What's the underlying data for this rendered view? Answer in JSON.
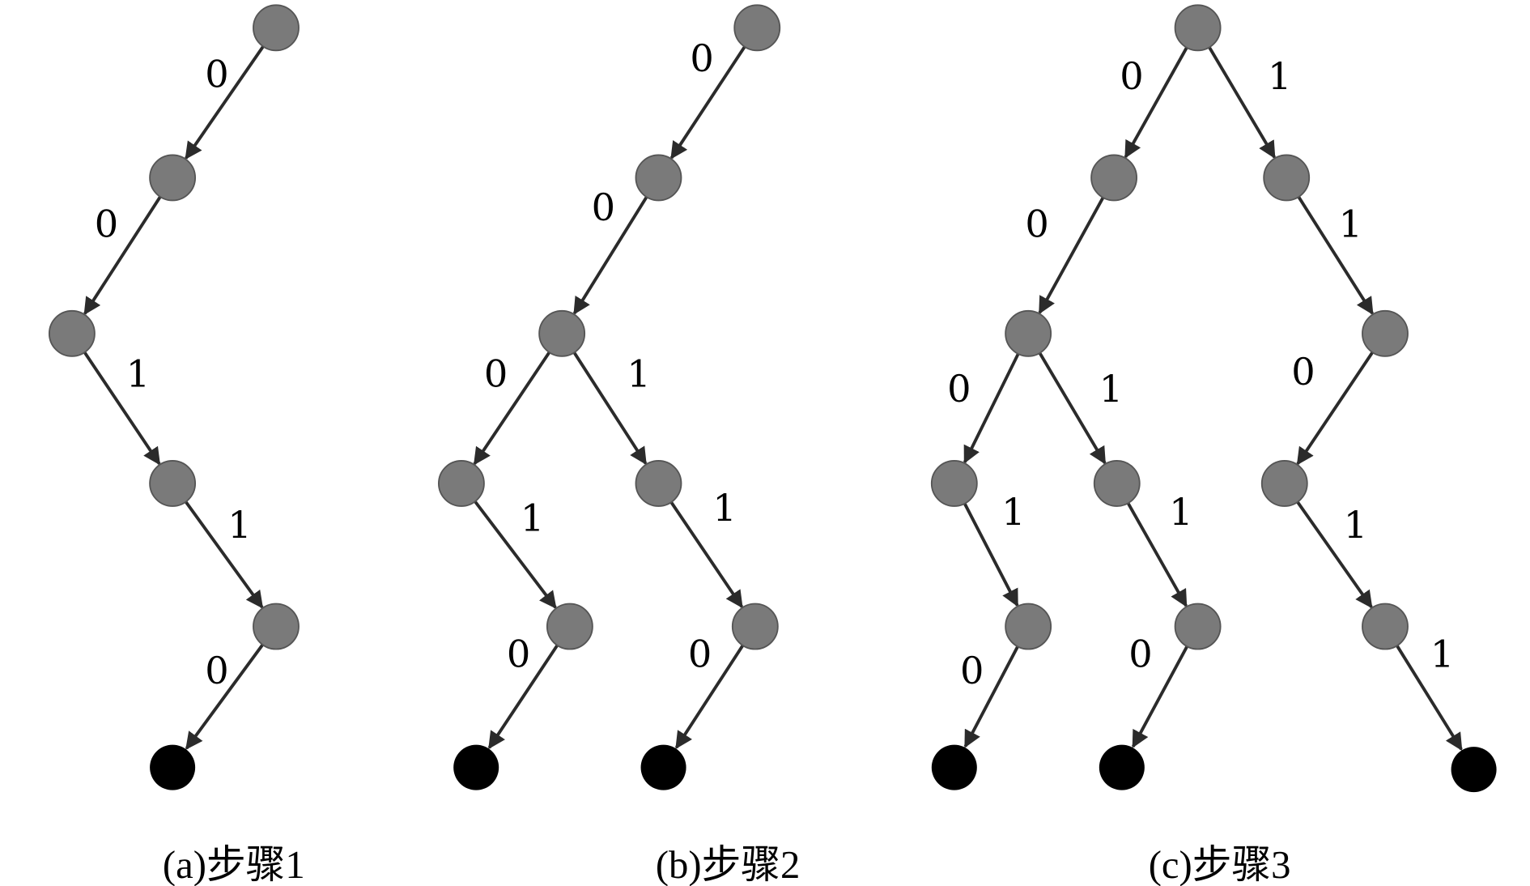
{
  "colors": {
    "internal_node": "#7a7a7a",
    "internal_node_stroke": "#555555",
    "leaf_node": "#000000",
    "edge": "#2b2b2b"
  },
  "panels": [
    {
      "caption": "(a)步骤1",
      "nodes": [
        {
          "id": "a0",
          "type": "internal"
        },
        {
          "id": "a1",
          "type": "internal"
        },
        {
          "id": "a2",
          "type": "internal"
        },
        {
          "id": "a3",
          "type": "internal"
        },
        {
          "id": "a4",
          "type": "internal"
        },
        {
          "id": "a5",
          "type": "leaf"
        }
      ],
      "edges": [
        {
          "from": "a0",
          "to": "a1",
          "label": "0"
        },
        {
          "from": "a1",
          "to": "a2",
          "label": "0"
        },
        {
          "from": "a2",
          "to": "a3",
          "label": "1"
        },
        {
          "from": "a3",
          "to": "a4",
          "label": "1"
        },
        {
          "from": "a4",
          "to": "a5",
          "label": "0"
        }
      ]
    },
    {
      "caption": "(b)步骤2",
      "nodes": [
        {
          "id": "b0",
          "type": "internal"
        },
        {
          "id": "b1",
          "type": "internal"
        },
        {
          "id": "b2",
          "type": "internal"
        },
        {
          "id": "b3",
          "type": "internal"
        },
        {
          "id": "b4",
          "type": "internal"
        },
        {
          "id": "b5",
          "type": "internal"
        },
        {
          "id": "b6",
          "type": "internal"
        },
        {
          "id": "b7",
          "type": "leaf"
        },
        {
          "id": "b8",
          "type": "leaf"
        }
      ],
      "edges": [
        {
          "from": "b0",
          "to": "b1",
          "label": "0"
        },
        {
          "from": "b1",
          "to": "b2",
          "label": "0"
        },
        {
          "from": "b2",
          "to": "b3",
          "label": "0"
        },
        {
          "from": "b2",
          "to": "b4",
          "label": "1"
        },
        {
          "from": "b3",
          "to": "b5",
          "label": "1"
        },
        {
          "from": "b4",
          "to": "b6",
          "label": "1"
        },
        {
          "from": "b5",
          "to": "b7",
          "label": "0"
        },
        {
          "from": "b6",
          "to": "b8",
          "label": "0"
        }
      ]
    },
    {
      "caption": "(c)步骤3",
      "nodes": [
        {
          "id": "c0",
          "type": "internal"
        },
        {
          "id": "c1",
          "type": "internal"
        },
        {
          "id": "c2",
          "type": "internal"
        },
        {
          "id": "c3",
          "type": "internal"
        },
        {
          "id": "c4",
          "type": "internal"
        },
        {
          "id": "c5",
          "type": "internal"
        },
        {
          "id": "c6",
          "type": "internal"
        },
        {
          "id": "c7",
          "type": "internal"
        },
        {
          "id": "c8",
          "type": "internal"
        },
        {
          "id": "c9",
          "type": "internal"
        },
        {
          "id": "c10",
          "type": "leaf"
        },
        {
          "id": "c11",
          "type": "leaf"
        },
        {
          "id": "c12",
          "type": "leaf"
        }
      ],
      "edges": [
        {
          "from": "c0",
          "to": "c1",
          "label": "0"
        },
        {
          "from": "c0",
          "to": "c2",
          "label": "1"
        },
        {
          "from": "c1",
          "to": "c3",
          "label": "0"
        },
        {
          "from": "c2",
          "to": "c4",
          "label": "1"
        },
        {
          "from": "c3",
          "to": "c5",
          "label": "0"
        },
        {
          "from": "c3",
          "to": "c6",
          "label": "1"
        },
        {
          "from": "c4",
          "to": "c7",
          "label": "0"
        },
        {
          "from": "c5",
          "to": "c8",
          "label": "1"
        },
        {
          "from": "c6",
          "to": "c9",
          "label": "1"
        },
        {
          "from": "c7",
          "to": "c12b",
          "label": "1"
        },
        {
          "from": "c8",
          "to": "c10",
          "label": "0"
        },
        {
          "from": "c9",
          "to": "c11",
          "label": "0"
        },
        {
          "from": "c12b",
          "to": "c12",
          "label": "1"
        }
      ]
    }
  ]
}
